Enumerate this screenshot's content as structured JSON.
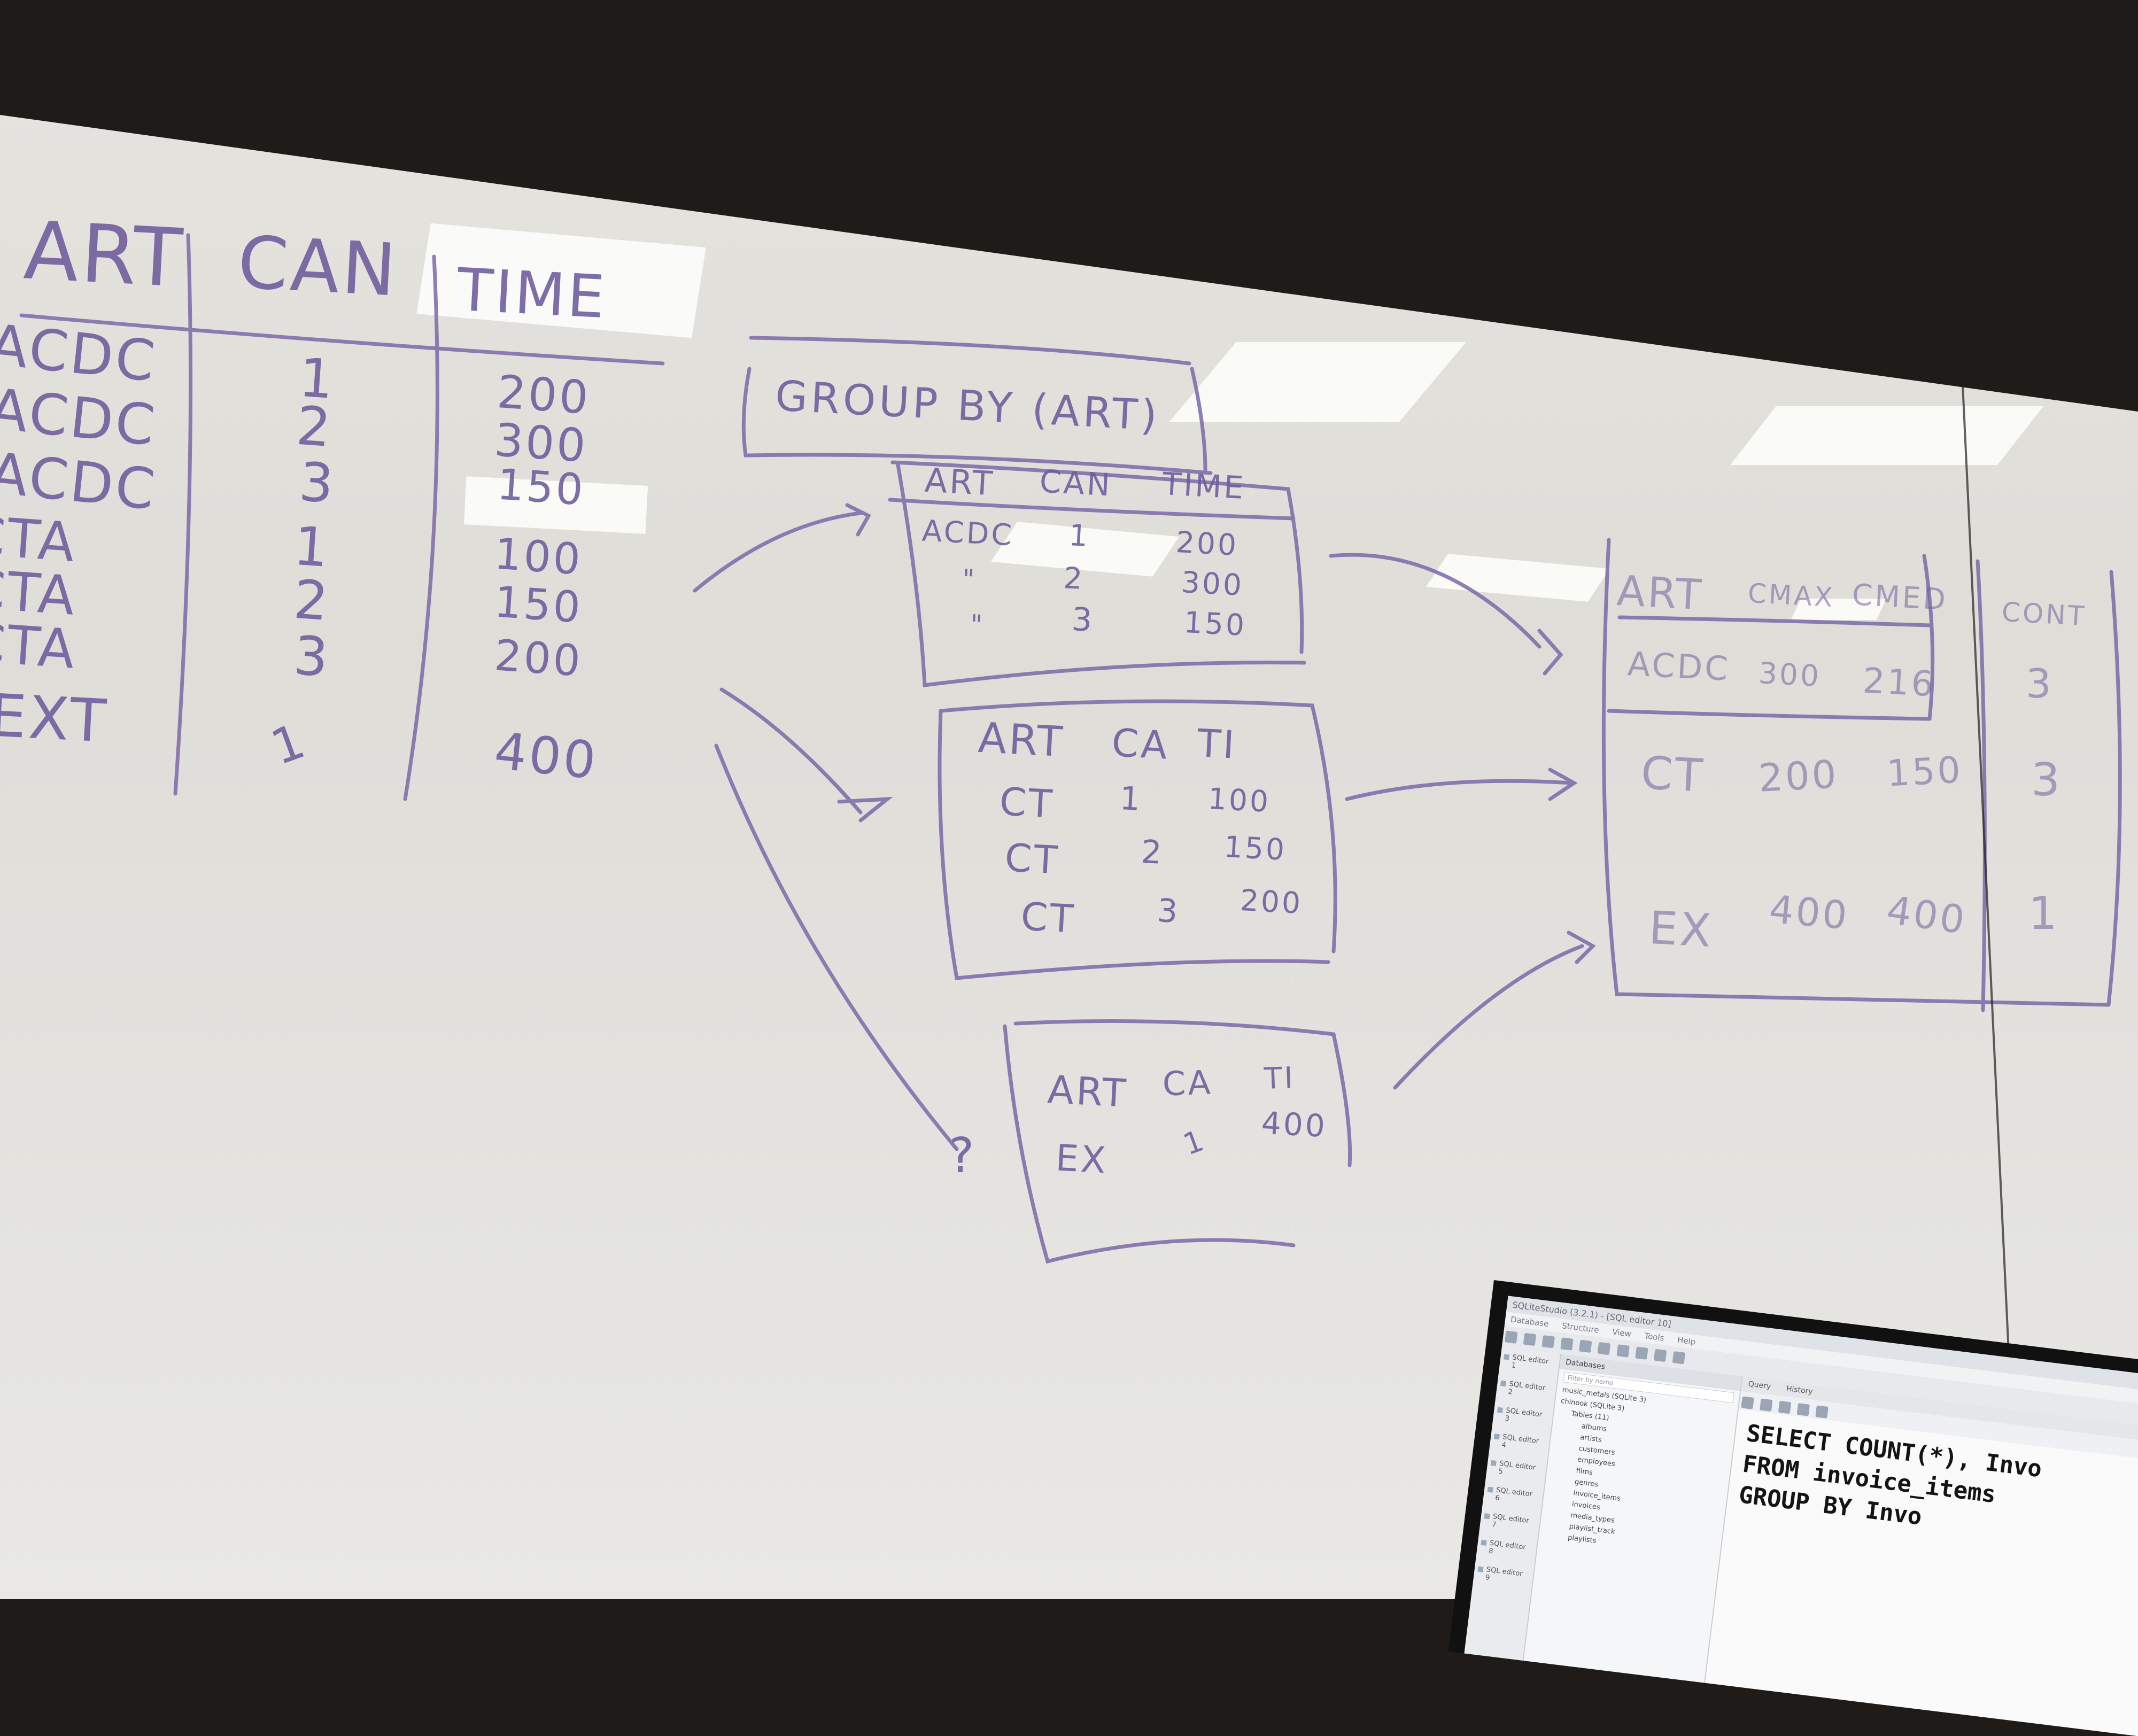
{
  "whiteboard": {
    "source_table": {
      "headers": [
        "ART",
        "CAN",
        "TIME"
      ],
      "rows": [
        [
          "ACDC",
          "1",
          "200"
        ],
        [
          "ACDC",
          "2",
          "300"
        ],
        [
          "ACDC",
          "3",
          "150"
        ],
        [
          "CTA",
          "1",
          "100"
        ],
        [
          "CTA",
          "2",
          "150"
        ],
        [
          "CTA",
          "3",
          "200"
        ],
        [
          "EXT",
          "1",
          "400"
        ]
      ]
    },
    "group_by_label": "GROUP BY (ART)",
    "group_acdc": {
      "headers": [
        "ART",
        "CAN",
        "TIME"
      ],
      "rows": [
        [
          "ACDC",
          "1",
          "200"
        ],
        [
          "\"",
          "2",
          "300"
        ],
        [
          "\"",
          "3",
          "150"
        ]
      ]
    },
    "group_ct": {
      "headers": [
        "ART",
        "CA",
        "TI"
      ],
      "rows": [
        [
          "CT",
          "1",
          "100"
        ],
        [
          "CT",
          "2",
          "150"
        ],
        [
          "CT",
          "3",
          "200"
        ]
      ]
    },
    "group_ex": {
      "headers": [
        "ART",
        "CA",
        "TI"
      ],
      "rows": [
        [
          "EX",
          "1",
          "400"
        ]
      ]
    },
    "question_mark": "?",
    "result_table": {
      "headers": [
        "ART",
        "CMAX",
        "CMED",
        "CONT"
      ],
      "rows": [
        [
          "ACDC",
          "300",
          "216",
          "3"
        ],
        [
          "CT",
          "200",
          "150",
          "3"
        ],
        [
          "EX",
          "400",
          "400",
          "1"
        ]
      ]
    },
    "ink_color": "#6e5b9c"
  },
  "monitor": {
    "app_title": "SQLiteStudio (3.2.1) - [SQL editor 10]",
    "menu": [
      "Database",
      "Structure",
      "View",
      "Tools",
      "Help"
    ],
    "sidebar_items": [
      "SQL editor 1",
      "SQL editor 2",
      "SQL editor 3",
      "SQL editor 4",
      "SQL editor 5",
      "SQL editor 6",
      "SQL editor 7",
      "SQL editor 8",
      "SQL editor 9"
    ],
    "db_panel_title": "Databases",
    "db_filter_placeholder": "Filter by name",
    "databases": [
      "music_metals (SQLite 3)",
      "chinook (SQLite 3)"
    ],
    "tables_label": "Tables (11)",
    "tables": [
      "albums",
      "artists",
      "customers",
      "employees",
      "films",
      "genres",
      "invoice_items",
      "invoices",
      "media_types",
      "playlist_track",
      "playlists"
    ],
    "editor_tabs": [
      "Query",
      "History"
    ],
    "db_selector": "chinook",
    "query_lines": [
      "SELECT COUNT(*), Invo",
      "FROM invoice_items",
      "GROUP BY Invo"
    ]
  }
}
